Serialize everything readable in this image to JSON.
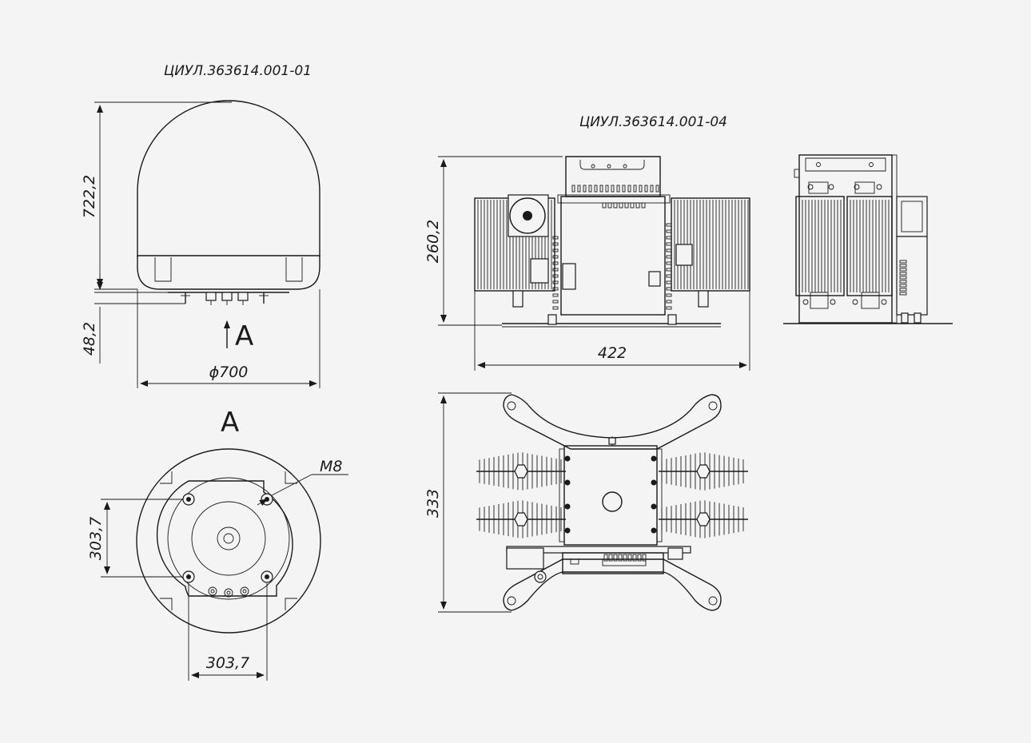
{
  "drawing": {
    "title_left": "ЦИУЛ.363614.001-01",
    "title_right": "ЦИУЛ.363614.001-04",
    "view_arrow_label": "A",
    "view_a_label": "A",
    "dimensions": {
      "height_dome": "722,2",
      "height_base": "48,2",
      "diameter": "ϕ700",
      "bolt_pitch_vertical": "303,7",
      "bolt_pitch_horizontal": "303,7",
      "thread": "M8",
      "unit_height": "260,2",
      "unit_width": "422",
      "plan_depth": "333"
    }
  }
}
